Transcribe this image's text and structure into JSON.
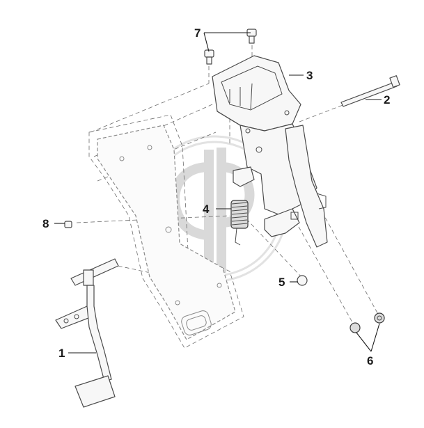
{
  "callouts": [
    {
      "id": "label-1",
      "text": "1"
    },
    {
      "id": "label-2",
      "text": "2"
    },
    {
      "id": "label-3",
      "text": "3"
    },
    {
      "id": "label-4",
      "text": "4"
    },
    {
      "id": "label-5",
      "text": "5"
    },
    {
      "id": "label-6",
      "text": "6"
    },
    {
      "id": "label-7",
      "text": "7"
    },
    {
      "id": "label-8",
      "text": "8"
    }
  ],
  "colors": {
    "line": "#4a4a4a",
    "watermark": "#d9d9d9",
    "background": "#ffffff"
  }
}
